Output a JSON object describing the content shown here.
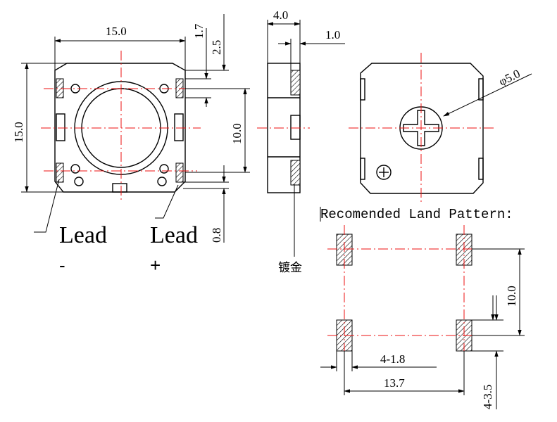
{
  "front_view": {
    "width_dim": "15.0",
    "height_dim": "15.0",
    "dim_1_7": "1.7",
    "dim_2_5": "2.5",
    "pitch_dim": "10.0",
    "dim_0_8": "0.8",
    "lead_left_label": "Lead",
    "lead_left_sign": "-",
    "lead_right_label": "Lead",
    "lead_right_sign": "+"
  },
  "side_view": {
    "thickness_dim": "4.0",
    "lead_dim": "1.0",
    "plating_note": "镀金"
  },
  "top_view": {
    "hole_dim": "φ5.0"
  },
  "land_pattern": {
    "title": "Recomended Land Pattern:",
    "vertical_pitch": "10.0",
    "pad_width": "4-1.8",
    "horizontal_pitch": "13.7",
    "pad_length": "4-3.5"
  },
  "colors": {
    "line": "#000000",
    "centerline": "#e11111",
    "background": "#ffffff"
  }
}
